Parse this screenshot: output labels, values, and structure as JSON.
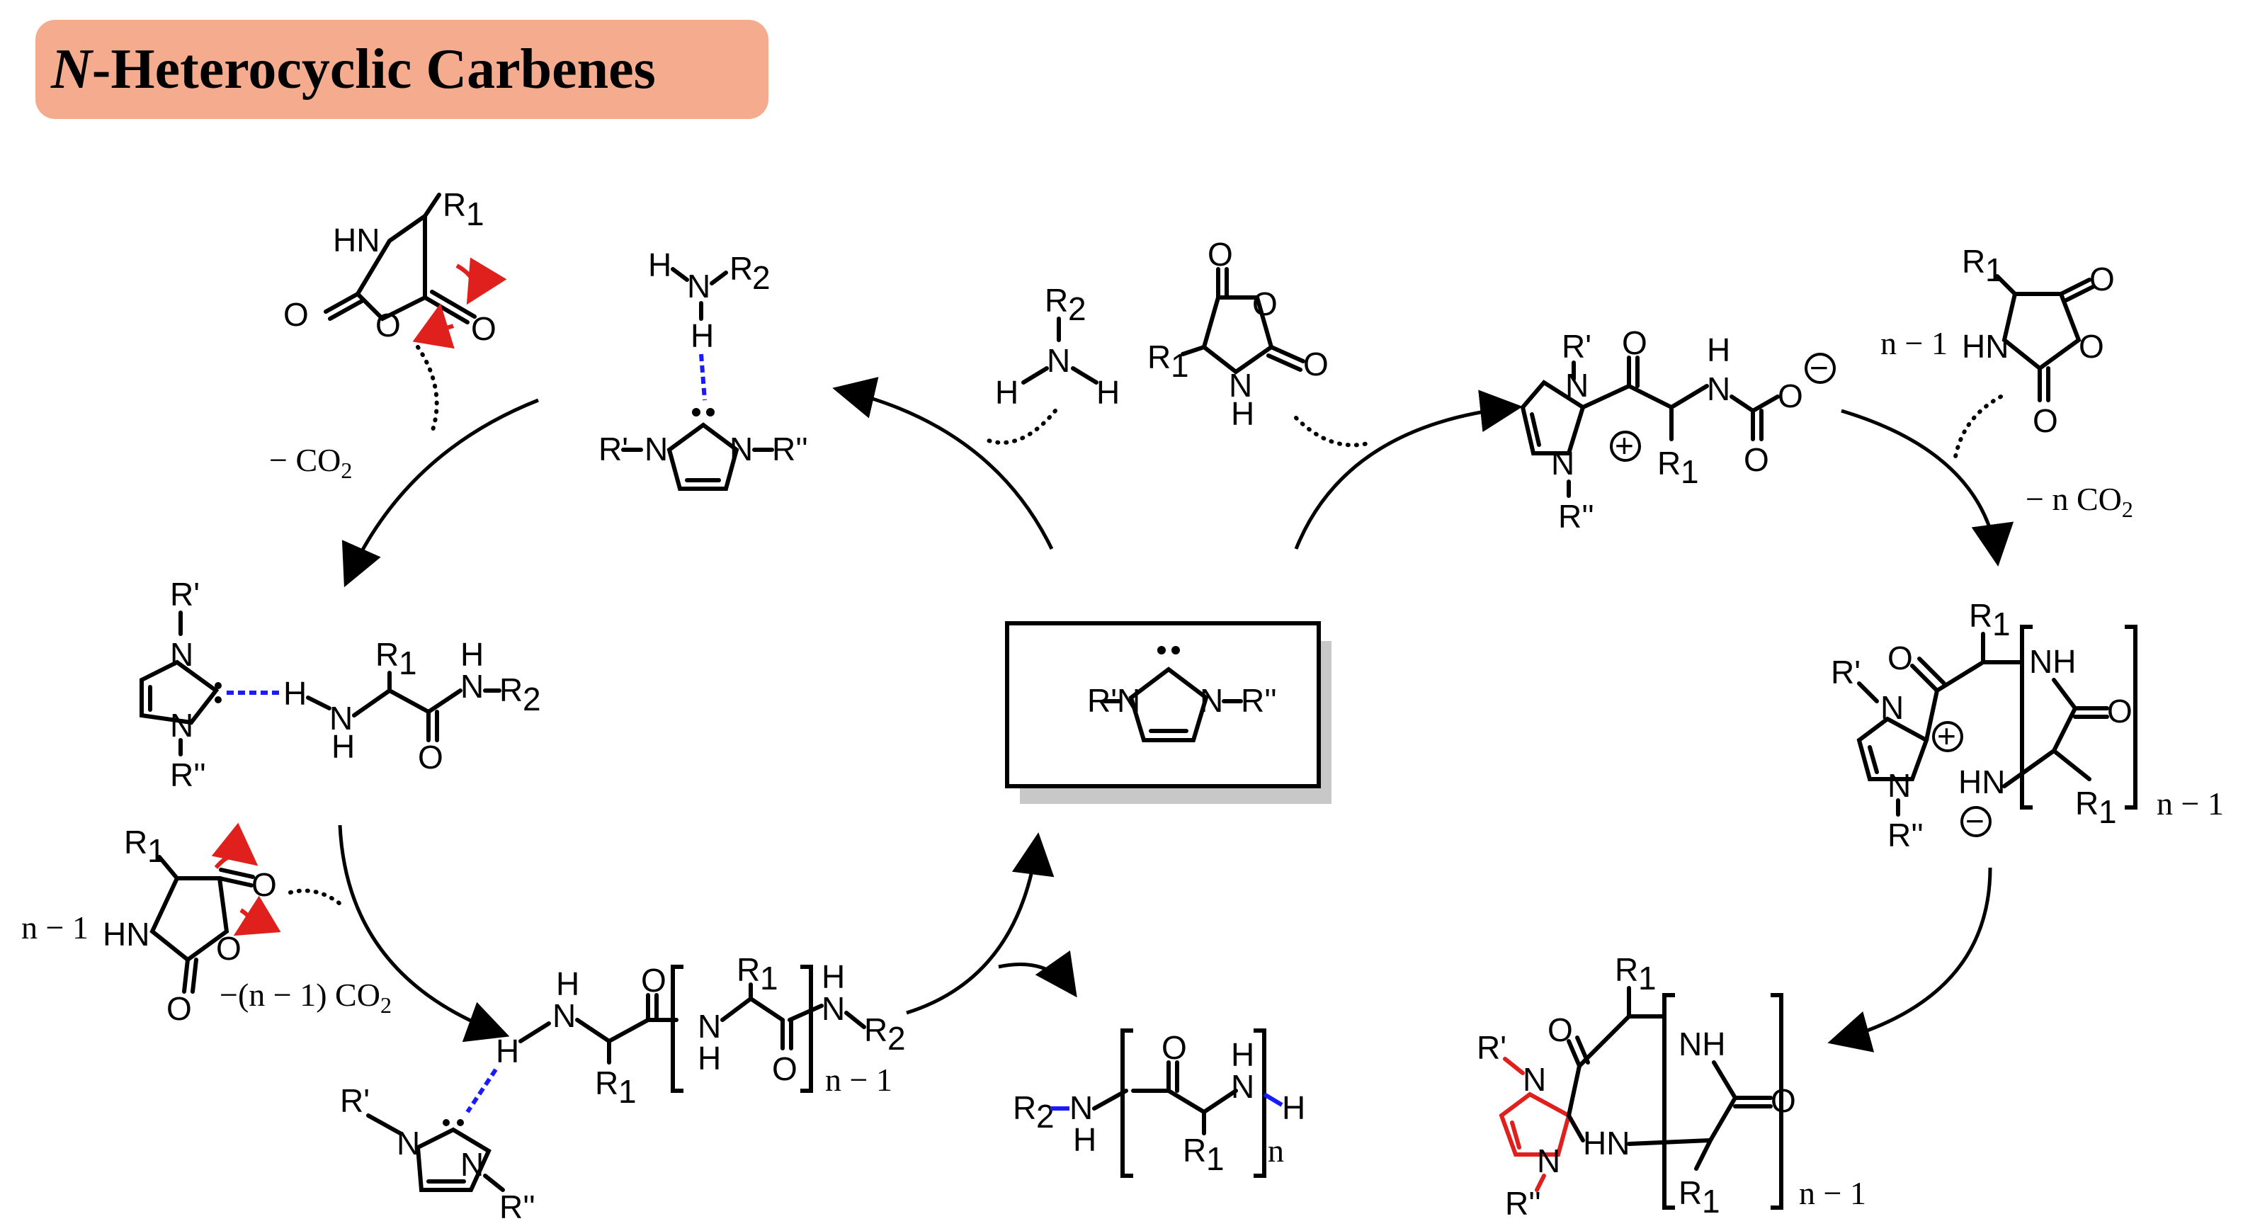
{
  "title": {
    "prefix": "N",
    "rest": "-Heterocyclic Carbenes"
  },
  "colors": {
    "title_background": "#f4ab8e",
    "highlight_hydrogen": "#e020e0",
    "hydrogen_bond": "#1a1aff",
    "spiro_ring": "#e0201c",
    "amine_end_group": "#1a1aff",
    "curly_arrow": "#e0201c"
  },
  "labels": {
    "minus_co2": "− CO",
    "co2_sub": "2",
    "minus_n_co2": "− n CO",
    "minus_n1_co2": "−(n − 1) CO",
    "n_minus_1": "n − 1",
    "n": "n"
  },
  "atoms": {
    "NH": "NH",
    "HN": "HN",
    "N": "N",
    "H": "H",
    "O": "O",
    "R1": "R",
    "R2": "R",
    "sub1": "1",
    "sub2": "2",
    "Rp": "R'",
    "Rpp": "R''",
    "plus": "+",
    "minus": "−"
  }
}
